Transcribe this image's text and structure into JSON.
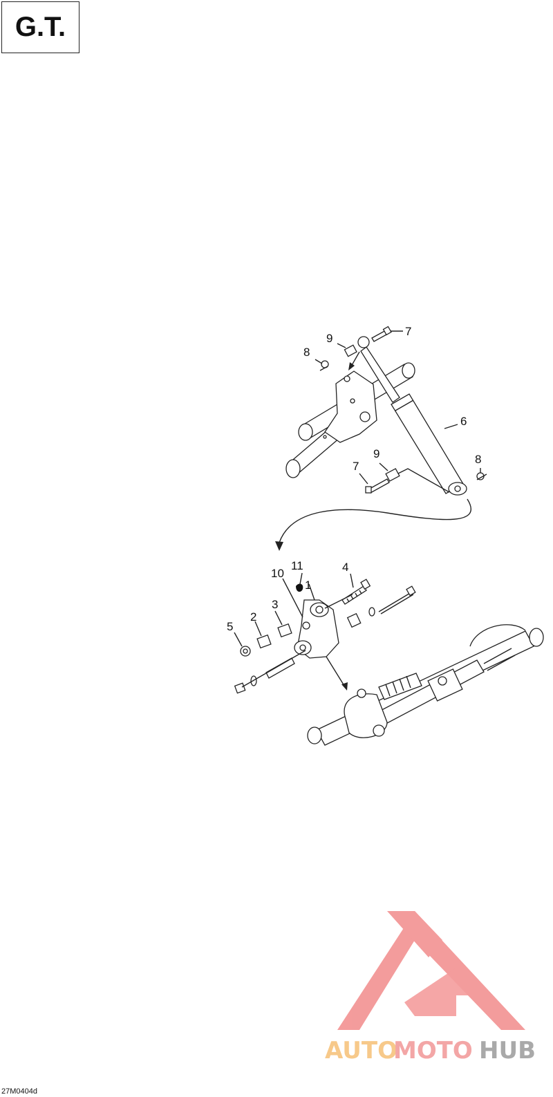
{
  "header": {
    "model_badge": "G.T."
  },
  "diagram": {
    "callouts": [
      {
        "id": "c7a",
        "label": "7"
      },
      {
        "id": "c9a",
        "label": "9"
      },
      {
        "id": "c8a",
        "label": "8"
      },
      {
        "id": "c6",
        "label": "6"
      },
      {
        "id": "c9b",
        "label": "9"
      },
      {
        "id": "c8b",
        "label": "8"
      },
      {
        "id": "c7b",
        "label": "7"
      },
      {
        "id": "c11",
        "label": "11"
      },
      {
        "id": "c10",
        "label": "10"
      },
      {
        "id": "c1",
        "label": "1"
      },
      {
        "id": "c4",
        "label": "4"
      },
      {
        "id": "c3",
        "label": "3"
      },
      {
        "id": "c2",
        "label": "2"
      },
      {
        "id": "c5",
        "label": "5"
      }
    ]
  },
  "footer": {
    "figure_code": "27M0404d"
  },
  "watermark": {
    "text_auto": "AUTO",
    "text_moto": "MOTO",
    "text_hub": "HUB",
    "colors": {
      "auto": "#f7c98a",
      "moto": "#f3a6a6",
      "hub": "#a9a9a9",
      "logo": "#f28b8b"
    }
  }
}
